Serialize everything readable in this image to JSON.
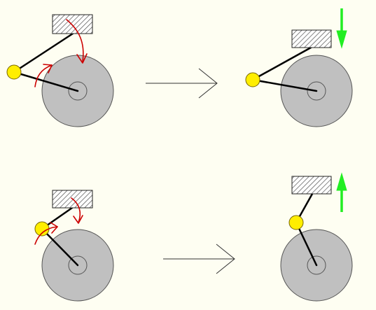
{
  "diagram": {
    "background_color": "#fefef2",
    "wheel_fill": "#c0c0c0",
    "outline_color": "#555555",
    "link_color": "#000000",
    "pivot_fill": "#ffee00",
    "rotation_arrow_color": "#cc0000",
    "motion_arrow_color": "#22ee22",
    "transition_arrow_color": "#333333",
    "block_pattern": "hatched",
    "scenes": [
      {
        "state": "before",
        "motion": "rotation"
      },
      {
        "state": "after",
        "motion": "down"
      },
      {
        "state": "before",
        "motion": "rotation"
      },
      {
        "state": "after",
        "motion": "up"
      }
    ]
  }
}
